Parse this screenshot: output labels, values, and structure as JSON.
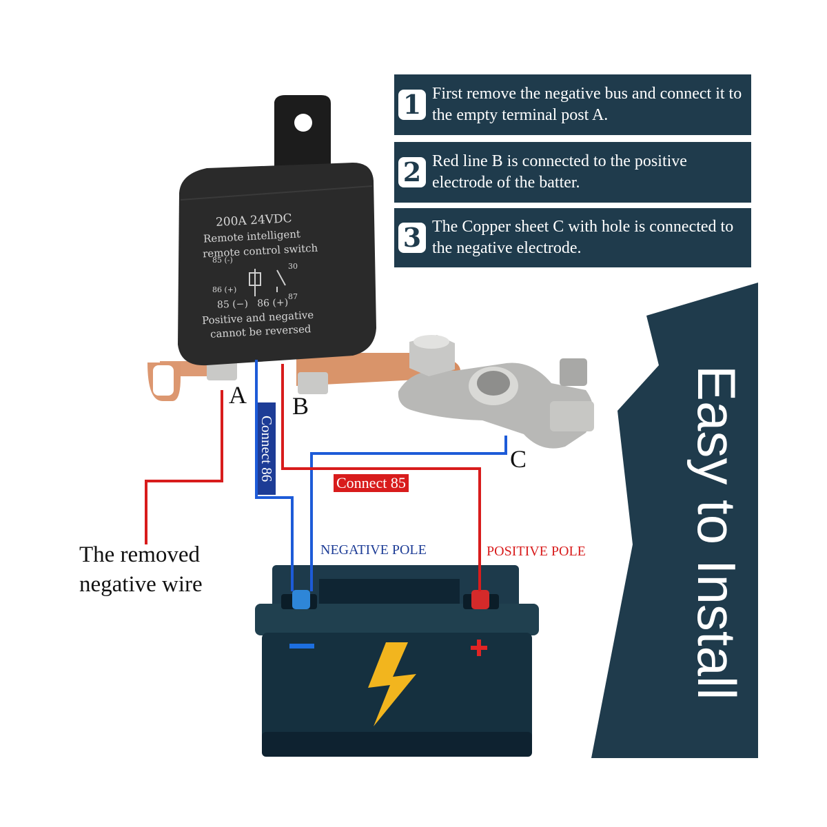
{
  "steps": [
    {
      "number": "1",
      "text": "First remove the negative bus and connect it to the empty terminal post A."
    },
    {
      "number": "2",
      "text": "Red line B is connected to the positive electrode of the batter."
    },
    {
      "number": "3",
      "text": "The Copper sheet C with hole is connected to the negative electrode."
    }
  ],
  "relay": {
    "rating": "200A 24VDC",
    "line1": "Remote intelligent",
    "line2": "remote control switch",
    "pin_85_neg": "85 (-)",
    "pin_86_pos": "86 (+)",
    "pin_30": "30",
    "pin_87": "87",
    "pins_row": "85 (−)   86 (+)",
    "warning1": "Positive and negative",
    "warning2": "cannot be reversed"
  },
  "labels": {
    "a": "A",
    "b": "B",
    "c": "C",
    "connect86": "Connect 86",
    "connect85": "Connect 85",
    "removed_wire_line1": "The removed",
    "removed_wire_line2": "negative wire",
    "negative_pole": "NEGATIVE POLE",
    "positive_pole": "POSITIVE POLE"
  },
  "banner": {
    "text": "Easy to Install"
  },
  "battery": {
    "minus": "−",
    "plus": "+",
    "icon": "lightning-bolt-icon"
  },
  "colors": {
    "panel": "#1f3b4c",
    "red_wire": "#d81c1c",
    "blue_wire": "#1d5bd8",
    "badge_blue": "#1d3c96",
    "battery_body": "#15303f",
    "bolt": "#f2b51e",
    "copper": "#d9946a"
  }
}
